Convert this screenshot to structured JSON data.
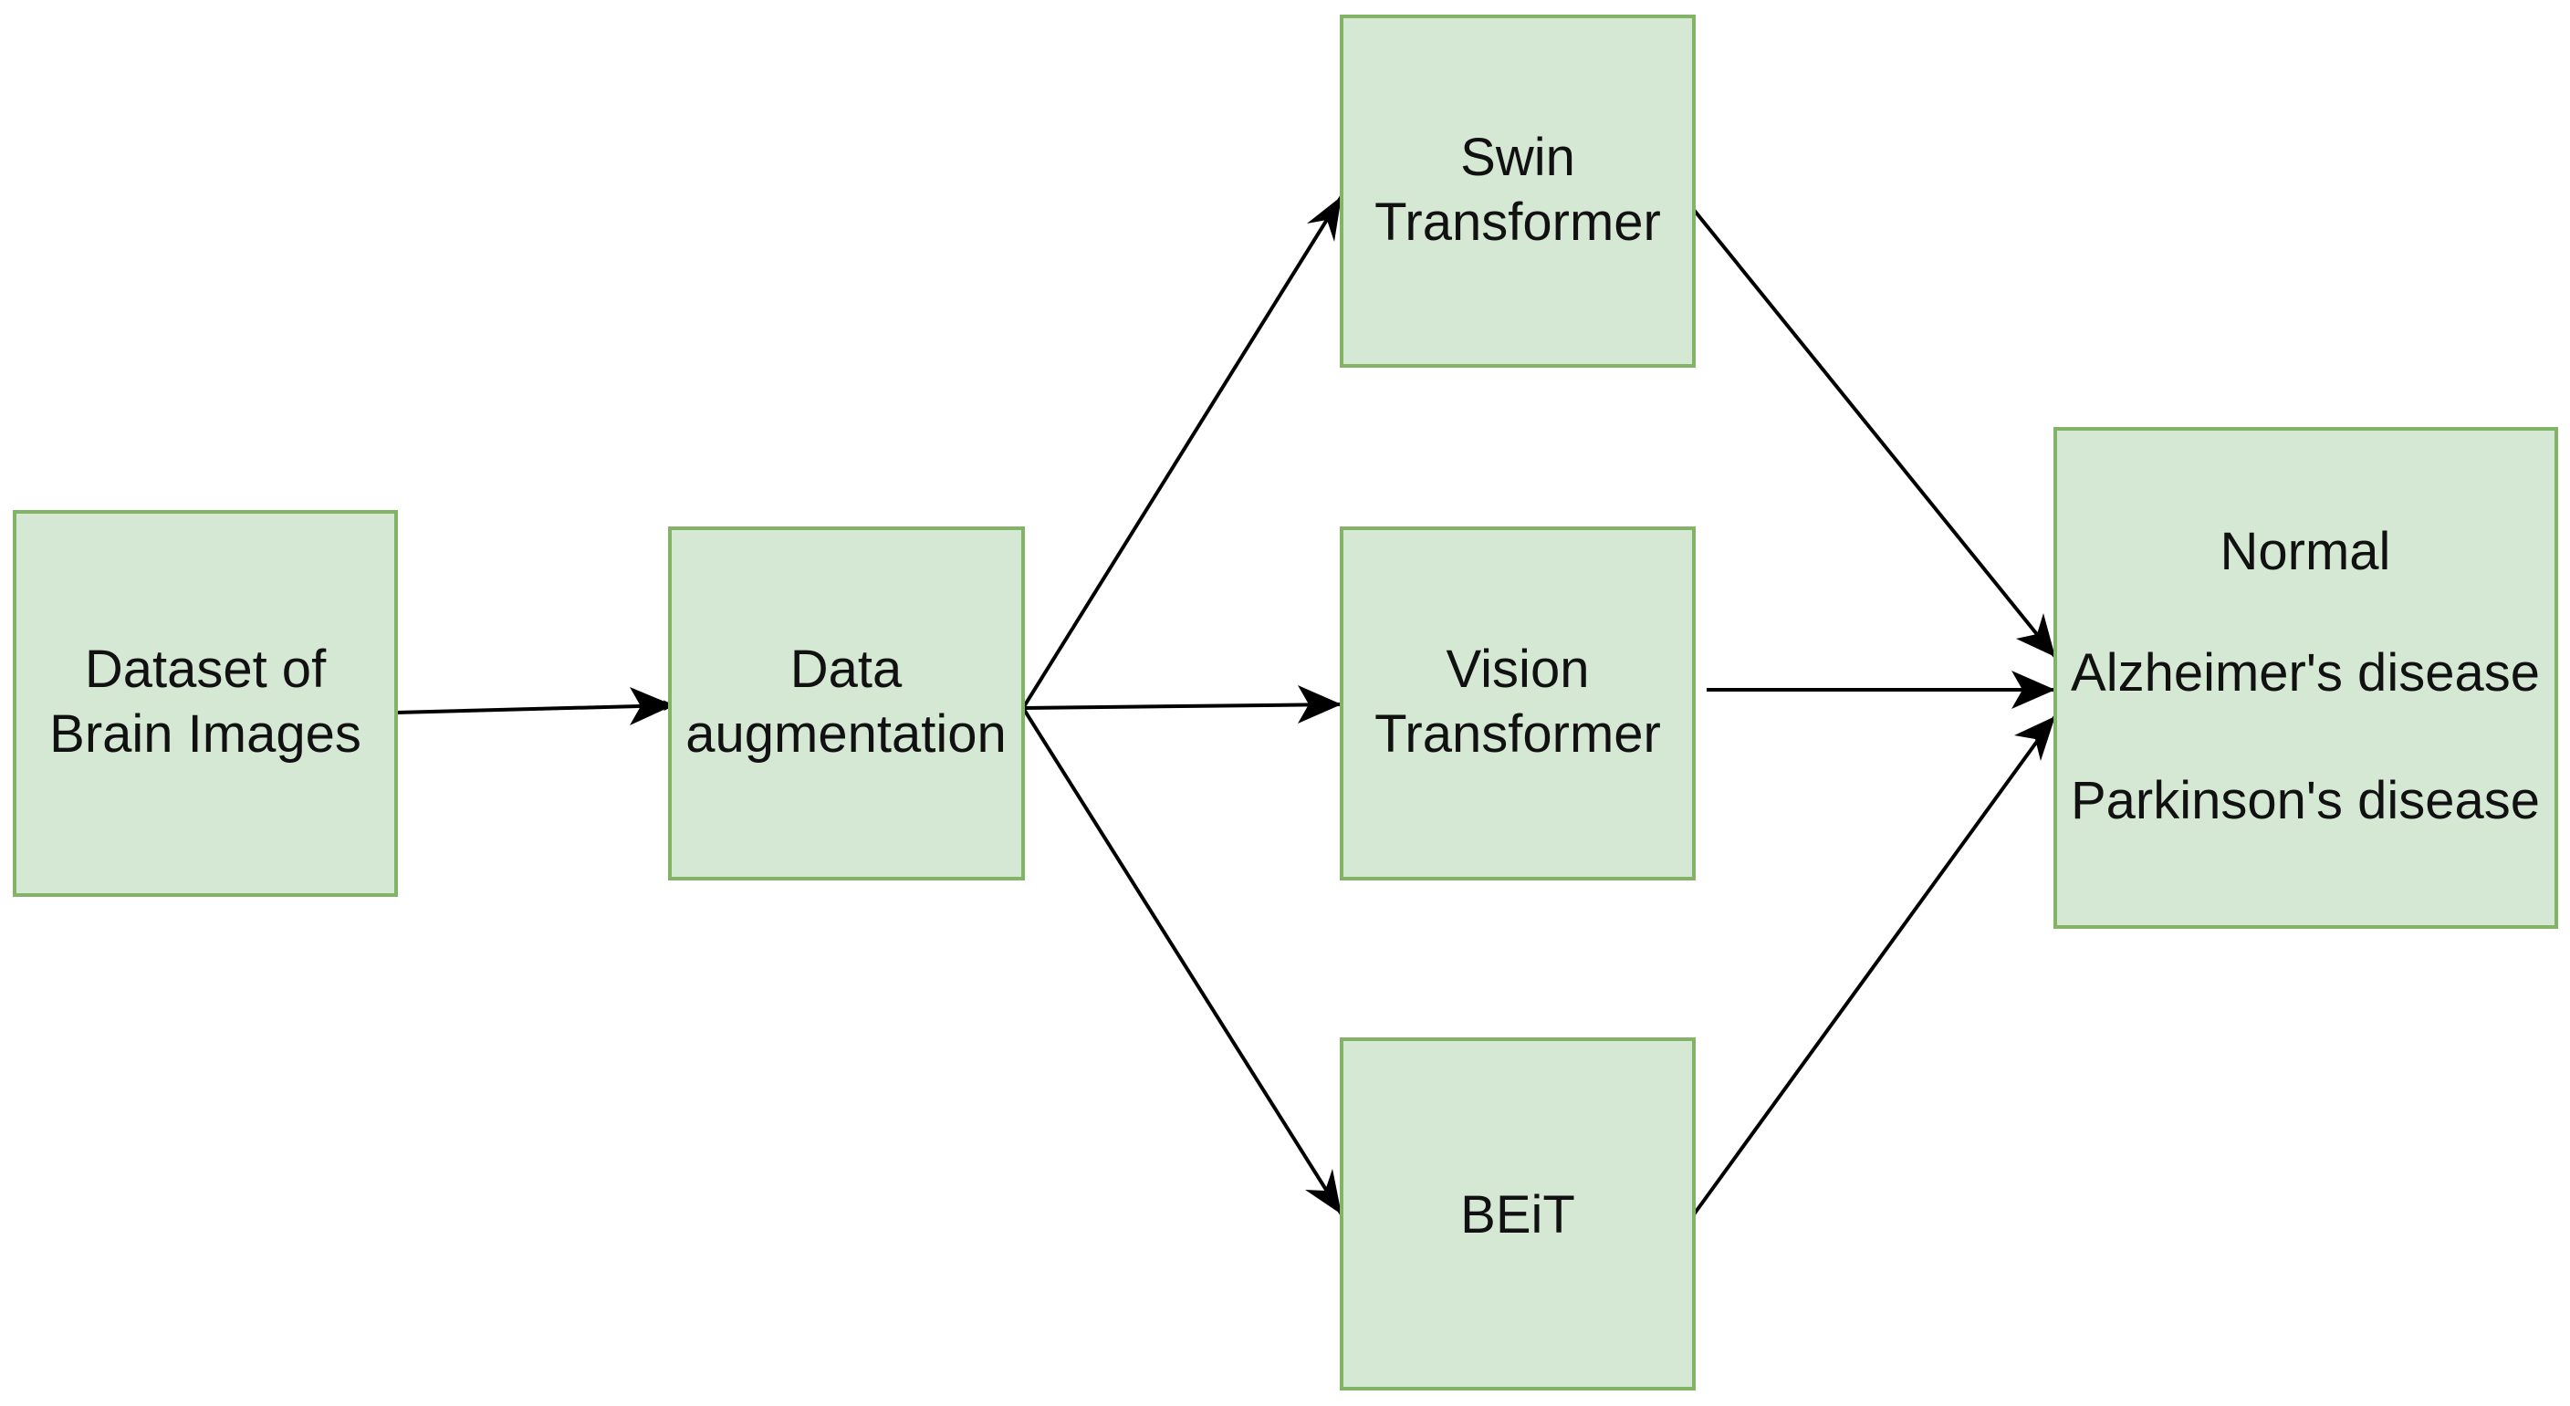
{
  "nodes": {
    "dataset": {
      "lines": [
        "Dataset of",
        "Brain Images"
      ]
    },
    "augmentation": {
      "lines": [
        "Data",
        "augmentation"
      ]
    },
    "swin": {
      "lines": [
        "Swin",
        "Transformer"
      ]
    },
    "vit": {
      "lines": [
        "Vision",
        "Transformer"
      ]
    },
    "beit": {
      "lines": [
        "BEiT"
      ]
    },
    "output": {
      "lines": [
        "Normal",
        "Alzheimer's disease",
        "Parkinson's disease"
      ]
    }
  },
  "colors": {
    "box_fill": "#d5e8d4",
    "box_stroke": "#82b366",
    "edge": "#000000",
    "text": "#111111"
  }
}
